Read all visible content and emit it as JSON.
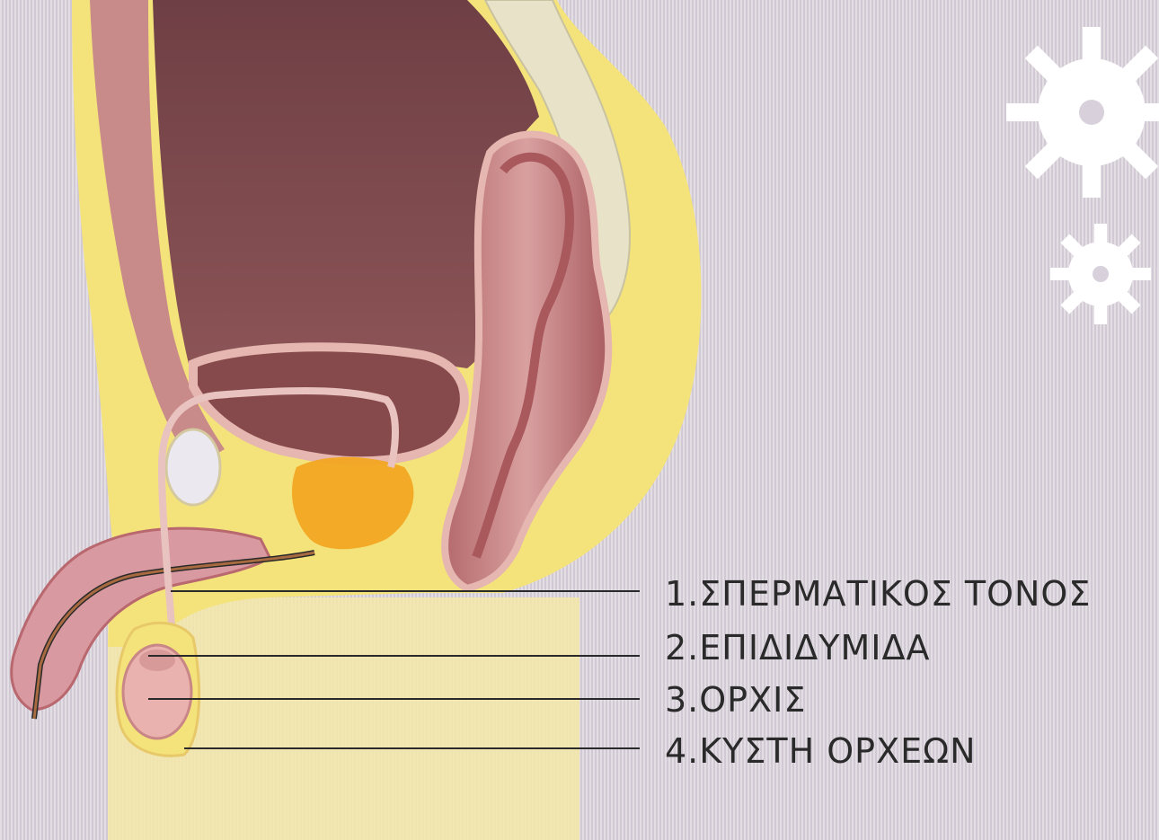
{
  "labels": [
    {
      "text": "1.ΣΠΕΡΜΑΤΙΚΟΣ ΤΟΝΟΣ"
    },
    {
      "text": "2.ΕΠΙΔΙΔΥΜΙΔΑ"
    },
    {
      "text": "3.ΟΡΧΙΣ"
    },
    {
      "text": "4.ΚΥΣΤΗ ΟΡΧΕΩΝ"
    }
  ],
  "colors": {
    "background": "#d8d0da",
    "tissue_yellow": "#f4e37a",
    "skin_pale_yellow": "#f6eb9e",
    "cavity_brown": "#7d4a4e",
    "muscle_pink": "#c98a8a",
    "gland_orange": "#f2a722",
    "line_dark": "#2a2a2a",
    "decoration_white": "#ffffff"
  },
  "icons": [
    "gear-large-icon",
    "gear-small-icon"
  ]
}
